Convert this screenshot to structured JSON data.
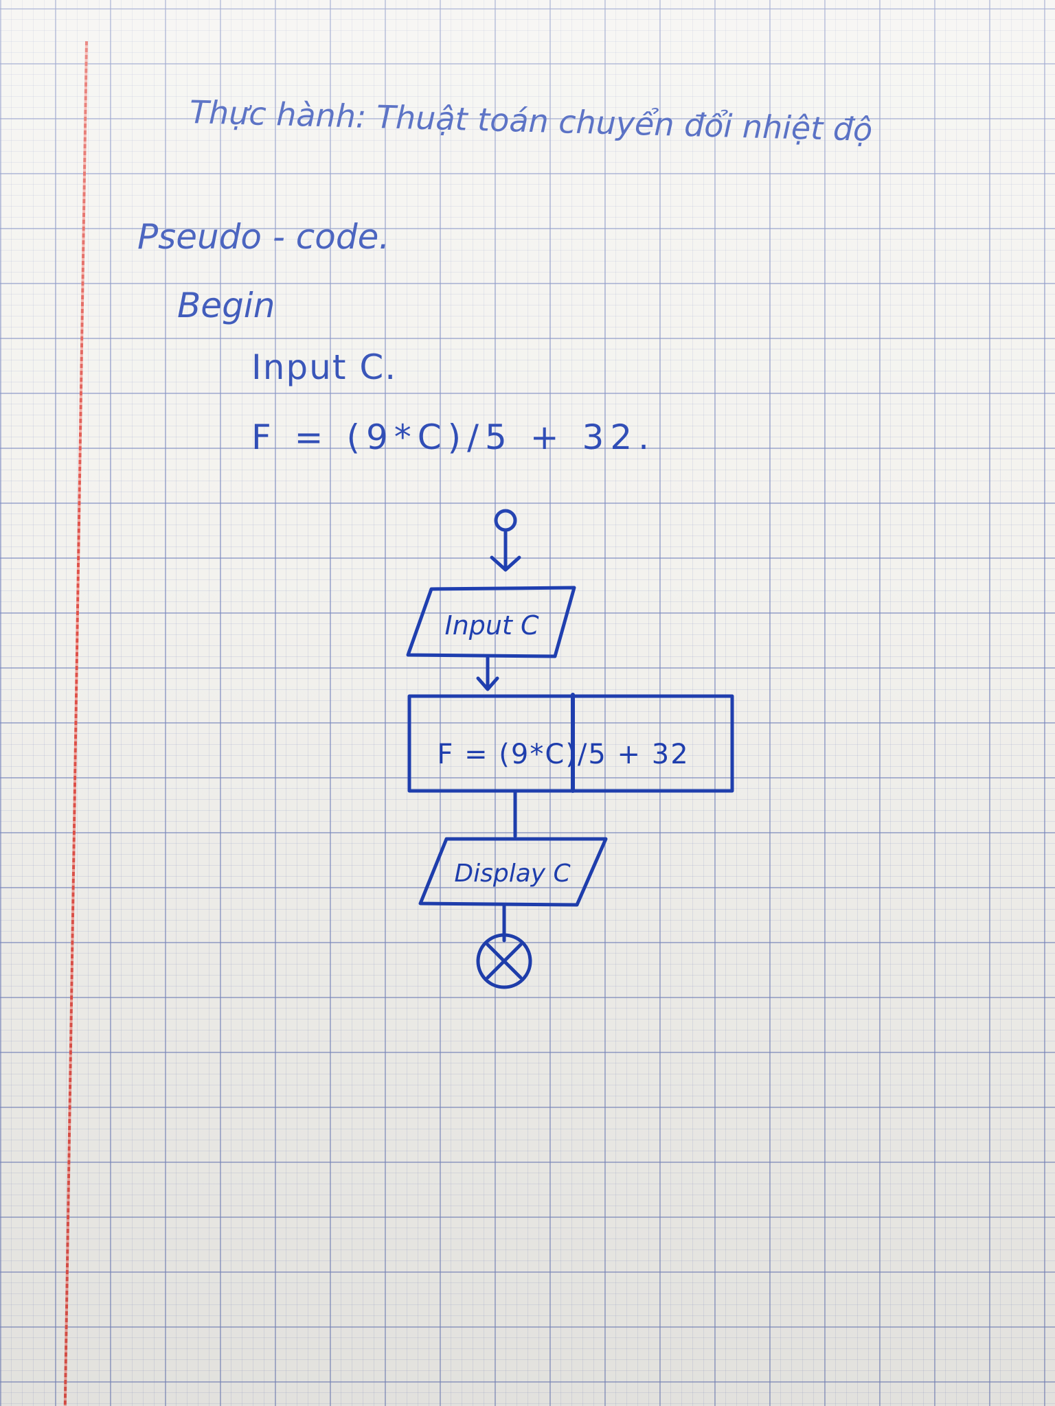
{
  "notebook": {
    "title": "Thực hành: Thuật toán chuyển đổi nhiệt độ",
    "pseudo_heading": "Pseudo - code.",
    "begin": "Begin",
    "input_line": "Input C.",
    "formula_line": "F = (9*C)/5 + 32."
  },
  "flowchart": {
    "input_box": "Input C",
    "process_box": "F = (9*C)/5 + 32",
    "display_box": "Display C"
  },
  "colors": {
    "ink": "#1f3fb0",
    "paper": "#f3f2ee",
    "grid": "#7887be",
    "margin": "#e0524a"
  }
}
